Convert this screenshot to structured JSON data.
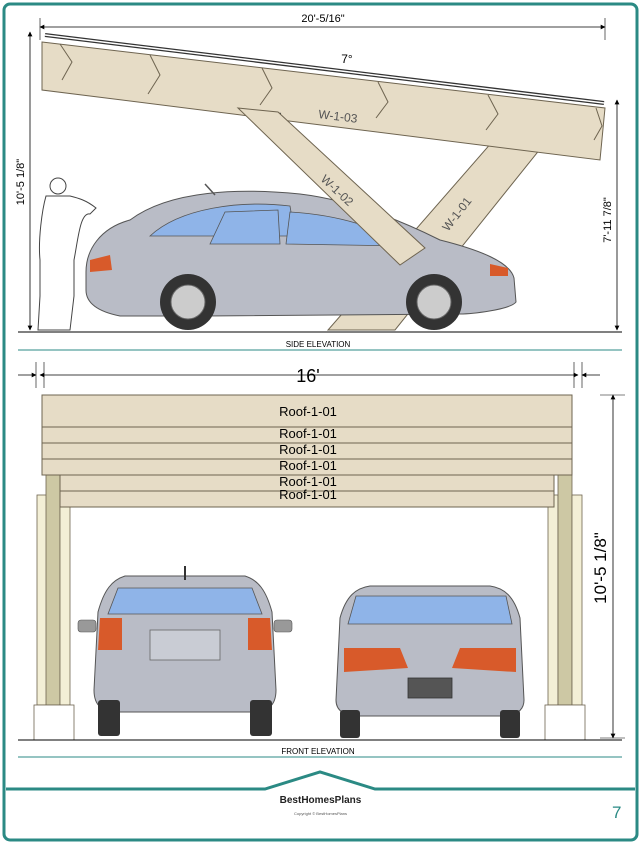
{
  "colors": {
    "frame": "#2b8a84",
    "wood": "#e6dcc6",
    "wood_edge": "#6e6450",
    "post_dark": "#cdc8a4",
    "car_body": "#b9bcc6",
    "car_glass": "#8fb4e8",
    "tail_light": "#d85a2a"
  },
  "side_elevation": {
    "label": "SIDE ELEVATION",
    "dim_top": "20'-5/16\"",
    "angle": "7°",
    "dim_left": "10'-5 1/8\"",
    "dim_right": "7'-11 7/8\"",
    "beam_labels": [
      "W-1-03",
      "W-1-02",
      "W-1-01"
    ]
  },
  "front_elevation": {
    "label": "FRONT ELEVATION",
    "dim_width": "16'",
    "dim_height": "10'-5 1/8\"",
    "roof_labels": [
      "Roof-1-01",
      "Roof-1-01",
      "Roof-1-01",
      "Roof-1-01",
      "Roof-1-01",
      "Roof-1-01"
    ]
  },
  "footer": {
    "brand": "BestHomesPlans",
    "copyright": "Copyright © BestHomesPlans",
    "page_number": "7"
  }
}
